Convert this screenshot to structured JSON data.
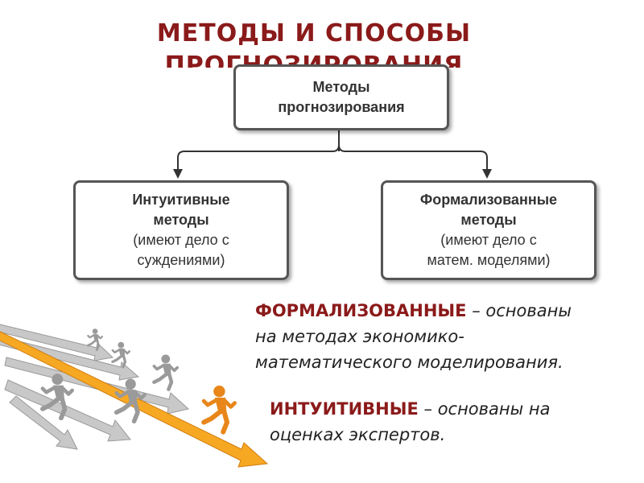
{
  "slide": {
    "title_line1": "МЕТОДЫ И СПОСОБЫ",
    "title_line2": "ПРОГНОЗИРОВАНИЯ"
  },
  "diagram": {
    "top_box": {
      "line1": "Методы",
      "line2": "прогнозирования"
    },
    "left_box": {
      "line1": "Интуитивные",
      "line2": "методы",
      "line3": "(имеют дело с",
      "line4": "суждениями)"
    },
    "right_box": {
      "line1": "Формализованные",
      "line2": "методы",
      "line3": "(имеют дело с",
      "line4": "матем. моделями)"
    }
  },
  "definitions": {
    "formal": {
      "term": "ФОРМАЛИЗОВАННЫЕ",
      "dash": " – ",
      "line1_rest": "основаны",
      "line2": "на методах экономико-",
      "line3": "математического моделирования."
    },
    "intuitive": {
      "term": "ИНТУИТИВНЫЕ",
      "dash": " – ",
      "line1_rest": "основаны на",
      "line2": "оценках экспертов."
    }
  },
  "colors": {
    "title": "#8b1a1a",
    "keyword": "#8b1a1a",
    "box_border": "#555555",
    "runner_leader": "#f29a1e",
    "runner_others": "#9a9a9a"
  },
  "icons": {
    "illustration": "runners-on-arrows"
  }
}
